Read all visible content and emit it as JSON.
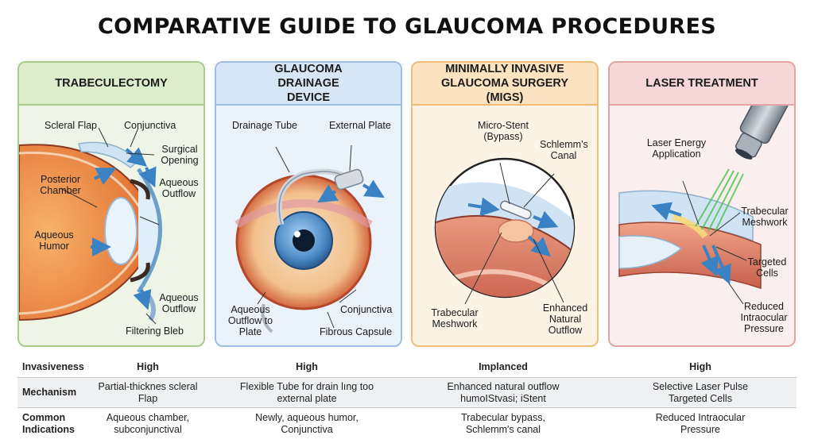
{
  "title": "COMPARATIVE GUIDE TO GLAUCOMA PROCEDURES",
  "panels": [
    {
      "heading": "TRABECULECTOMY",
      "labels": {
        "scleral_flap": "Scleral Flap",
        "conjunctiva": "Conjunctiva",
        "surgical_opening": "Surgical Opening",
        "posterior_chamber": "Posterior Chamber",
        "aqueous_outflow_top": "Aqueous Outflow",
        "aqueous_humor": "Aqueous Humor",
        "aqueous_outflow_bottom": "Aqueous Outflow",
        "filtering_bleb": "Filtering Bleb"
      }
    },
    {
      "heading": "GLAUCOMA DRAINAGE DEVICE",
      "labels": {
        "drainage_tube": "Drainage Tube",
        "external_plate": "External Plate",
        "aqueous_outflow_plate": "Aqueous Outflow to Plate",
        "conjunctiva": "Conjunctiva",
        "fibrous_capsule": "Fibrous Capsule"
      }
    },
    {
      "heading": "MINIMALLY INVASIVE GLAUCOMA SURGERY (MIGS)",
      "labels": {
        "micro_stent": "Micro-Stent (Bypass)",
        "schlemms_canal": "Schlemm's Canal",
        "trabecular_meshwork": "Trabecular Meshwork",
        "enhanced_outflow": "Enhanced Natural Outflow"
      }
    },
    {
      "heading": "LASER TREATMENT",
      "labels": {
        "laser_energy": "Laser Energy Application",
        "trabecular_meshwork": "Trabecular Meshwork",
        "targeted_cells": "Targeted Cells",
        "reduced_pressure": "Reduced Intraocular Pressure"
      }
    }
  ],
  "table": {
    "rows": [
      {
        "header": "Invasiveness",
        "cells": [
          "High",
          "High",
          "Implanced",
          "High"
        ]
      },
      {
        "header": "Mechanism",
        "cells": [
          "Partial-thicknes scleral Flap",
          "Flexible Tube for drain lıng too external plate",
          "Enhanced natural outflow humoIStvasi; iStent",
          "Selective Laser Pulse Targeted Cells"
        ]
      },
      {
        "header": "Common Indications",
        "cells": [
          "Aqueous chamber, subconjunctival",
          "Newly, aqueous humor, Conjunctiva",
          "Trabecular bypass, Schlemm's canal",
          "Reduced Intraocular Pressure"
        ]
      }
    ]
  },
  "colors": {
    "trabeculectomy": "#dcedcc",
    "drainage_device": "#d6e6f6",
    "migs": "#fbe2c0",
    "laser": "#f6d6d6",
    "arrow": "#3b82c4"
  },
  "icons": [
    "eye-cross-section",
    "drainage-implant",
    "magnified-stent",
    "laser-probe"
  ]
}
